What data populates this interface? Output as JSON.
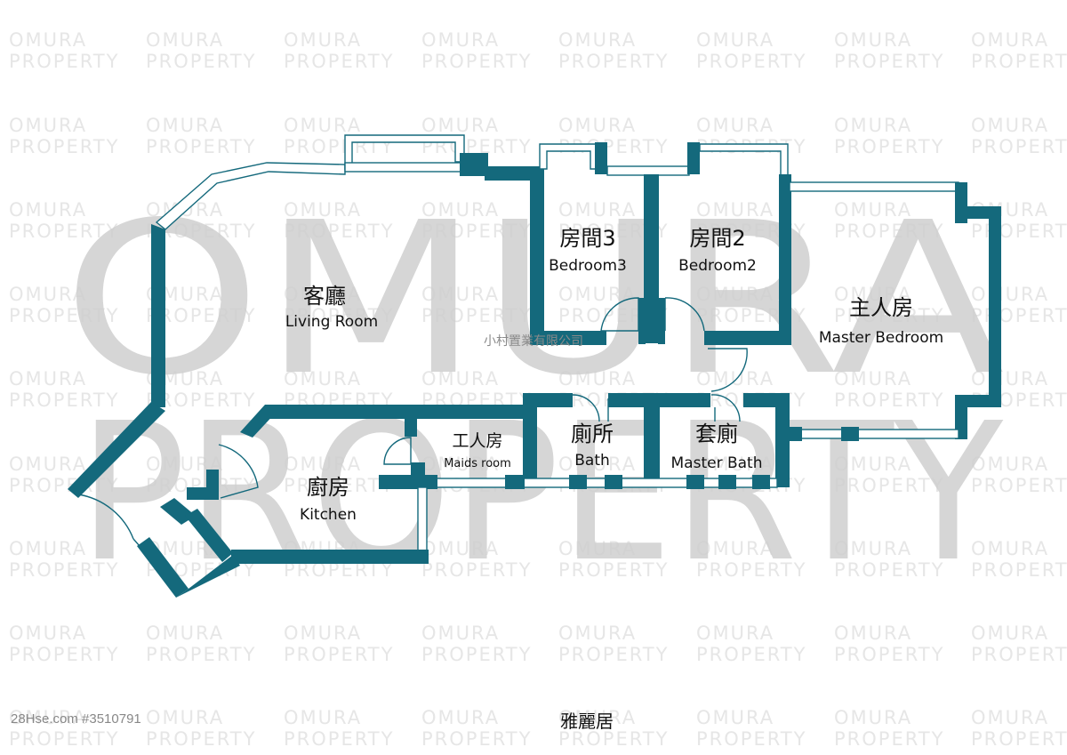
{
  "watermark": {
    "small_line1": "OMURA",
    "small_line2": "PROPERTY",
    "big_line1": "OMURA",
    "big_line2": "PROPERTY",
    "company": "小村置業有限公司"
  },
  "rooms": {
    "living": {
      "zh": "客廳",
      "en": "Living Room"
    },
    "bedroom3": {
      "zh": "房間3",
      "en": "Bedroom3"
    },
    "bedroom2": {
      "zh": "房間2",
      "en": "Bedroom2"
    },
    "master": {
      "zh": "主人房",
      "en": "Master Bedroom"
    },
    "maids": {
      "zh": "工人房",
      "en": "Maids room"
    },
    "bath": {
      "zh": "廁所",
      "en": "Bath"
    },
    "master_bath": {
      "zh": "套廁",
      "en": "Master Bath"
    },
    "kitchen": {
      "zh": "廚房",
      "en": "Kitchen"
    }
  },
  "footer": {
    "listing_id": "28Hse.com #3510791",
    "estate_name": "雅麗居"
  },
  "colors": {
    "wall": "#14697c",
    "watermark": "#cfcfcf"
  }
}
